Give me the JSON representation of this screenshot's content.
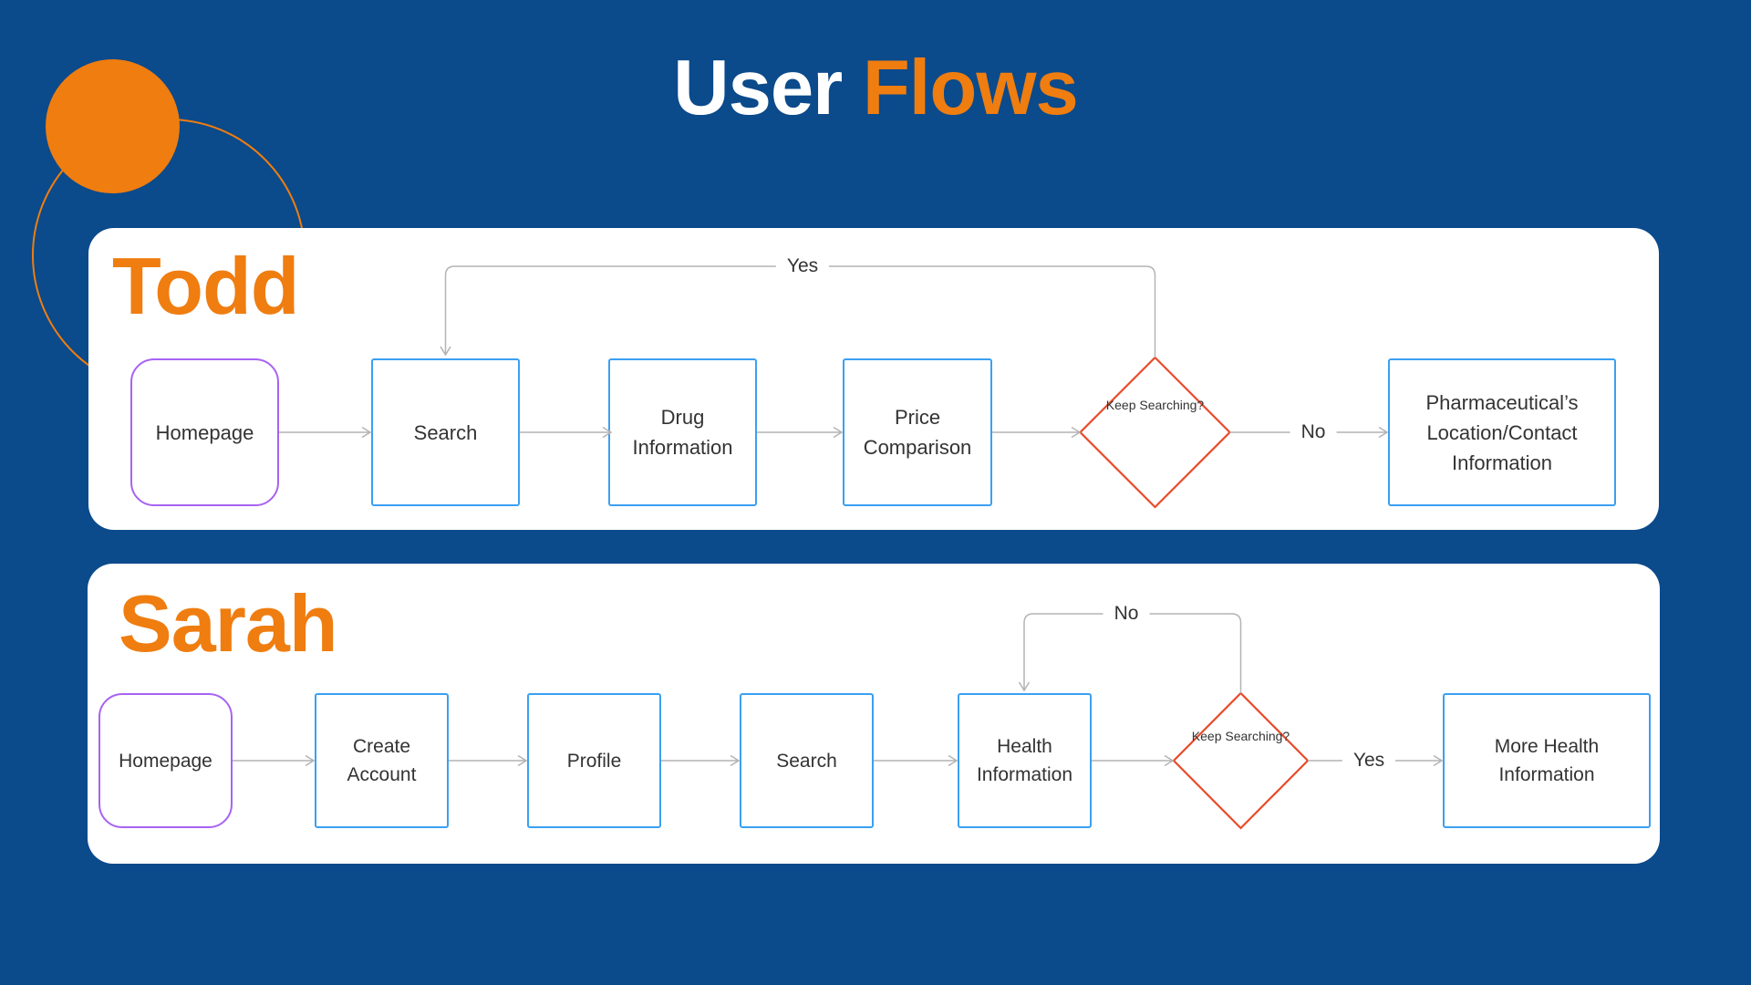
{
  "title": {
    "word1": "User",
    "word2": "Flows"
  },
  "colors": {
    "background": "#0b4a8b",
    "accent_orange": "#ef7d10",
    "card_white": "#ffffff",
    "node_blue_border": "#3aa0f2",
    "node_purple_border": "#a763f3",
    "decision_border": "#e94a29",
    "connector_gray": "#b4b4b4",
    "label_text": "#333333"
  },
  "flows": [
    {
      "name": "Todd",
      "nodes": [
        {
          "label": "Homepage"
        },
        {
          "label": "Search"
        },
        {
          "label": "Drug Information"
        },
        {
          "label": "Price Comparison"
        },
        {
          "label": "Keep Searching?"
        },
        {
          "label": "Pharmaceutical’s Location/Contact Information"
        }
      ],
      "edge_labels": {
        "yes": "Yes",
        "no": "No"
      }
    },
    {
      "name": "Sarah",
      "nodes": [
        {
          "label": "Homepage"
        },
        {
          "label": "Create Account"
        },
        {
          "label": "Profile"
        },
        {
          "label": "Search"
        },
        {
          "label": "Health Information"
        },
        {
          "label": "Keep Searching?"
        },
        {
          "label": "More Health Information"
        }
      ],
      "edge_labels": {
        "no": "No",
        "yes": "Yes"
      }
    }
  ]
}
